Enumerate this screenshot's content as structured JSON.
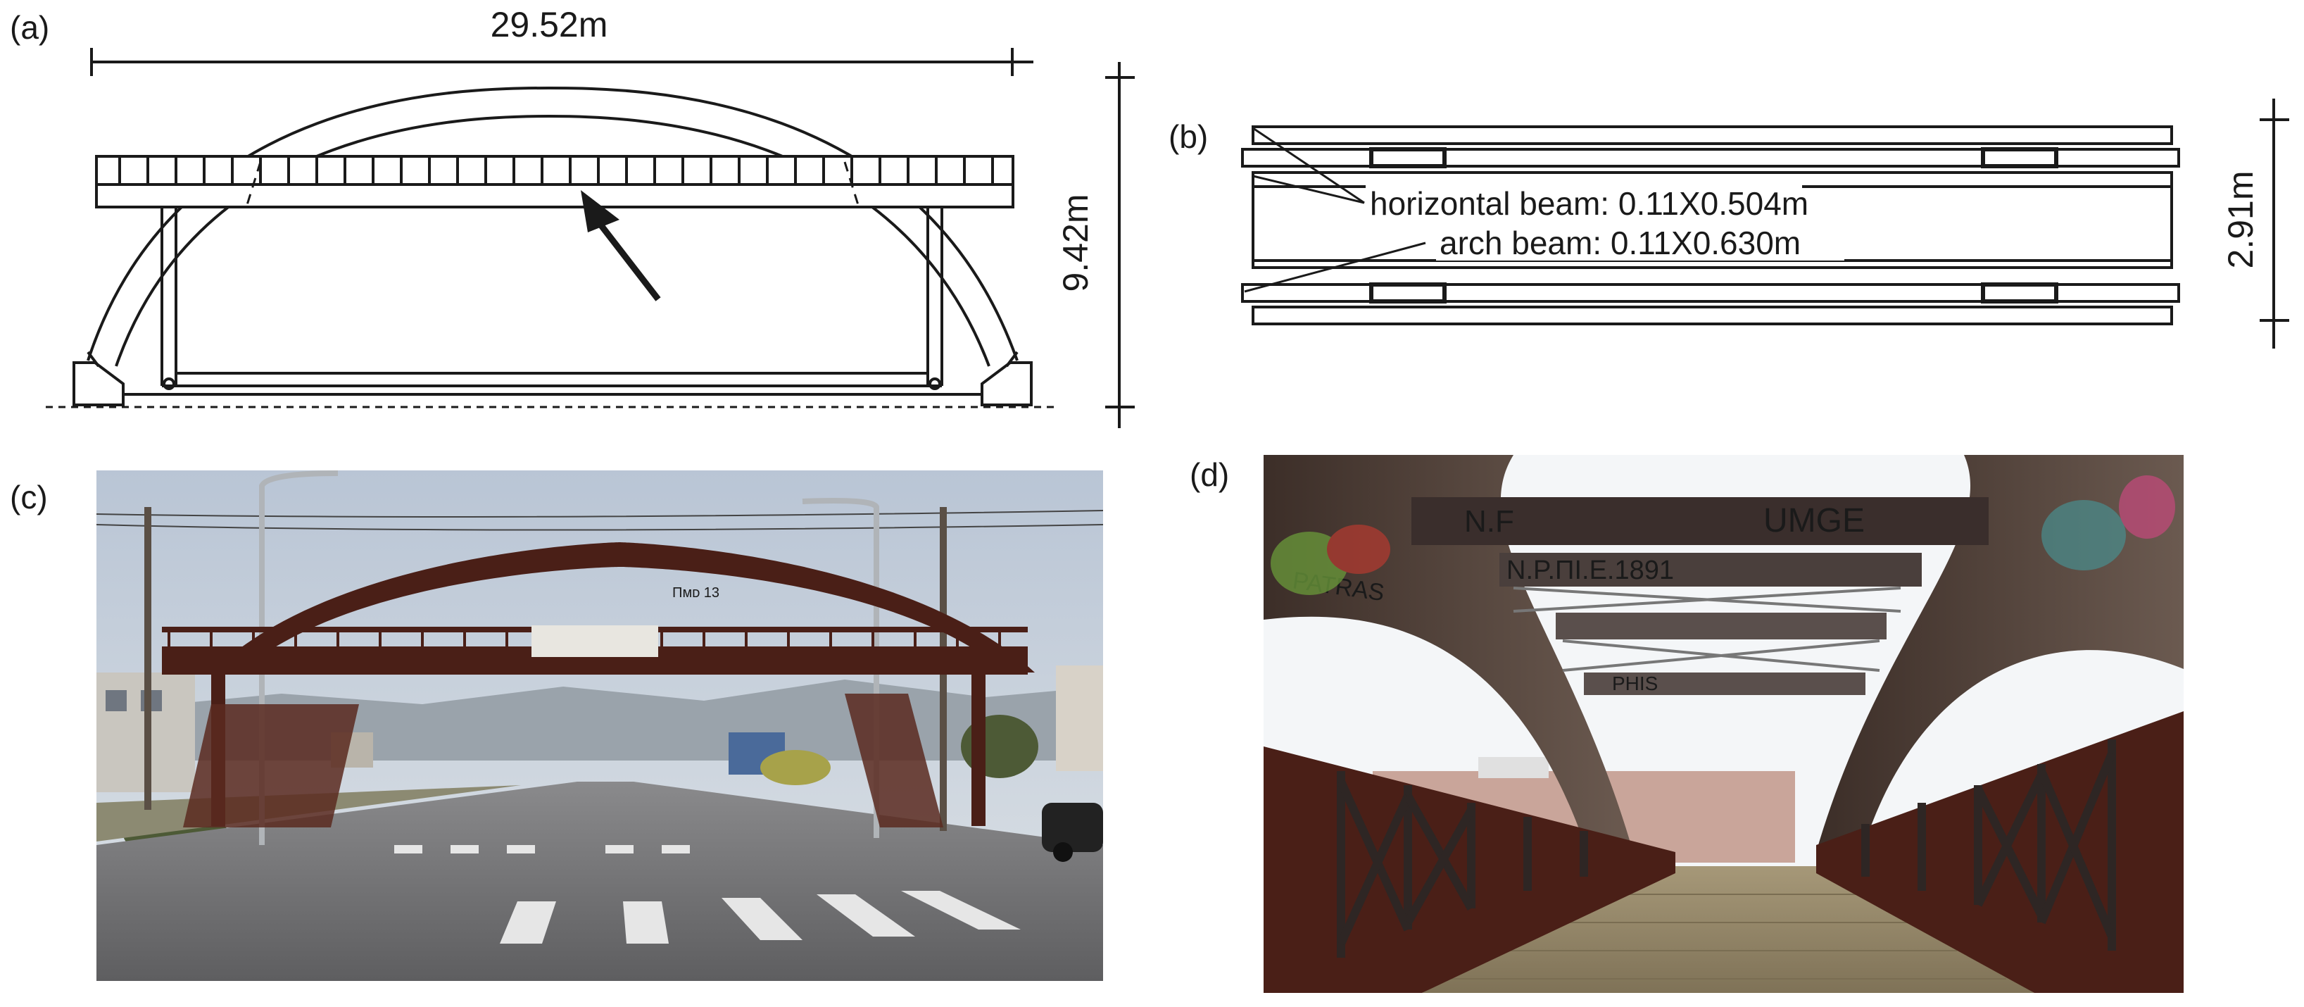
{
  "panels": {
    "a": {
      "label": "(a)",
      "span_dimension": "29.52m",
      "height_dimension": "9.42m"
    },
    "b": {
      "label": "(b)",
      "horizontal_beam": "horizontal beam: 0.11X0.504m",
      "arch_beam": "arch beam: 0.11X0.630m",
      "width_dimension": "2.91m"
    },
    "c": {
      "label": "(c)",
      "arch_marking": "Πᴍᴅ 13"
    },
    "d": {
      "label": "(d)",
      "beam_text_1": "N.F",
      "beam_text_2": "UMGE",
      "beam_text_3": "N.P.ΠΙ.Ε.1891",
      "beam_text_4": "PHIS",
      "arch_text_left": "PATRAS"
    }
  },
  "colors": {
    "line": "#1a1a1a",
    "bridge_steel": "#4a1f17",
    "sky": "#c8d2de",
    "road": "#6c6c6e",
    "deck_wood": "#9b8d6e"
  }
}
